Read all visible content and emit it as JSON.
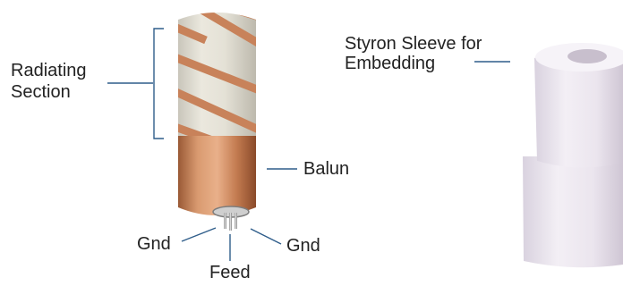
{
  "labels": {
    "radiating_1": "Radiating",
    "radiating_2": "Section",
    "sleeve_1": "Styron Sleeve for",
    "sleeve_2": "Embedding",
    "balun": "Balun",
    "gnd_left": "Gnd",
    "gnd_right": "Gnd",
    "feed": "Feed"
  },
  "colors": {
    "leader": "#2f5d8a",
    "copper": "#c8825a",
    "ceramic": "#e3dfd3",
    "sleeve": "#ece7f0",
    "text": "#222222"
  }
}
